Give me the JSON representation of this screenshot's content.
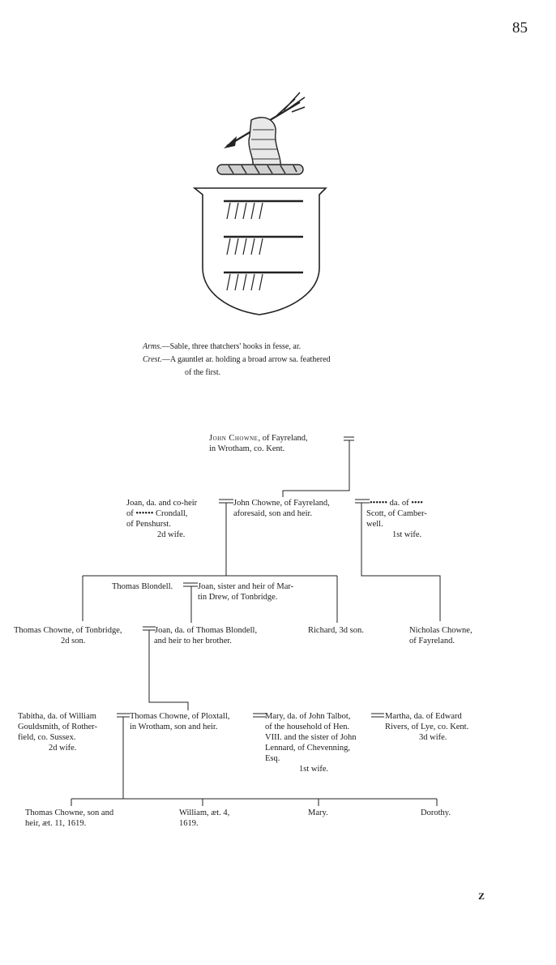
{
  "page": {
    "number": "85",
    "signature": "Z"
  },
  "arms": {
    "arms_label": "Arms.",
    "arms_text": "—Sable, three thatchers' hooks in fesse, ar.",
    "crest_label": "Crest.",
    "crest_text": "—A gauntlet ar. holding a broad arrow sa. feathered",
    "crest_text_2": "of the first."
  },
  "pedigree": {
    "g1": {
      "john_elder_name": "John Chowne",
      "john_elder_1": ", of Fayreland,",
      "john_elder_2": "in Wrotham, co. Kent."
    },
    "g2": {
      "joan_1": "Joan, da. and co-heir",
      "joan_2": "of  ••••••  Crondall,",
      "joan_3": "of Penshurst.",
      "joan_4": "2d wife.",
      "john_1": "John Chowne, of Fayreland,",
      "john_2": "aforesaid, son and heir.",
      "scott_1": "•••••• da. of ••••",
      "scott_2": "Scott,  of  Camber-",
      "scott_3": "well.",
      "scott_4": "1st wife."
    },
    "g3": {
      "blondell": "Thomas Blondell.",
      "joan_drew_1": "Joan, sister and heir of Mar-",
      "joan_drew_2": "tin Drew, of Tonbridge.",
      "thomas_tonbridge_1": "Thomas Chowne, of Tonbridge,",
      "thomas_tonbridge_2": "2d son.",
      "joan_blondell_1": "Joan, da. of Thomas Blondell,",
      "joan_blondell_2": "and heir to her brother.",
      "richard": "Richard, 3d son.",
      "nicholas_1": "Nicholas Chowne,",
      "nicholas_2": "of Fayreland."
    },
    "g4": {
      "tabitha_1": "Tabitha, da. of William",
      "tabitha_2": "Gouldsmith, of Rother-",
      "tabitha_3": "field, co. Sussex.",
      "tabitha_4": "2d wife.",
      "thomas_ploxtall_1": "Thomas Chowne, of Ploxtall,",
      "thomas_ploxtall_2": "in Wrotham, son and heir.",
      "mary_talbot_1": "Mary, da. of John Talbot,",
      "mary_talbot_2": "of the household of Hen.",
      "mary_talbot_3": "VIII. and the sister of John",
      "mary_talbot_4": "Lennard, of Chevenning,",
      "mary_talbot_5": "Esq.",
      "mary_talbot_6": "1st wife.",
      "martha_1": "Martha,  da.  of  Edward",
      "martha_2": "Rivers, of Lye, co. Kent.",
      "martha_3": "3d wife."
    },
    "g5": {
      "thomas_son_1": "Thomas Chowne, son and",
      "thomas_son_2": "heir, æt. 11, 1619.",
      "william_1": "William, æt. 4,",
      "william_2": "1619.",
      "mary": "Mary.",
      "dorothy": "Dorothy."
    }
  }
}
